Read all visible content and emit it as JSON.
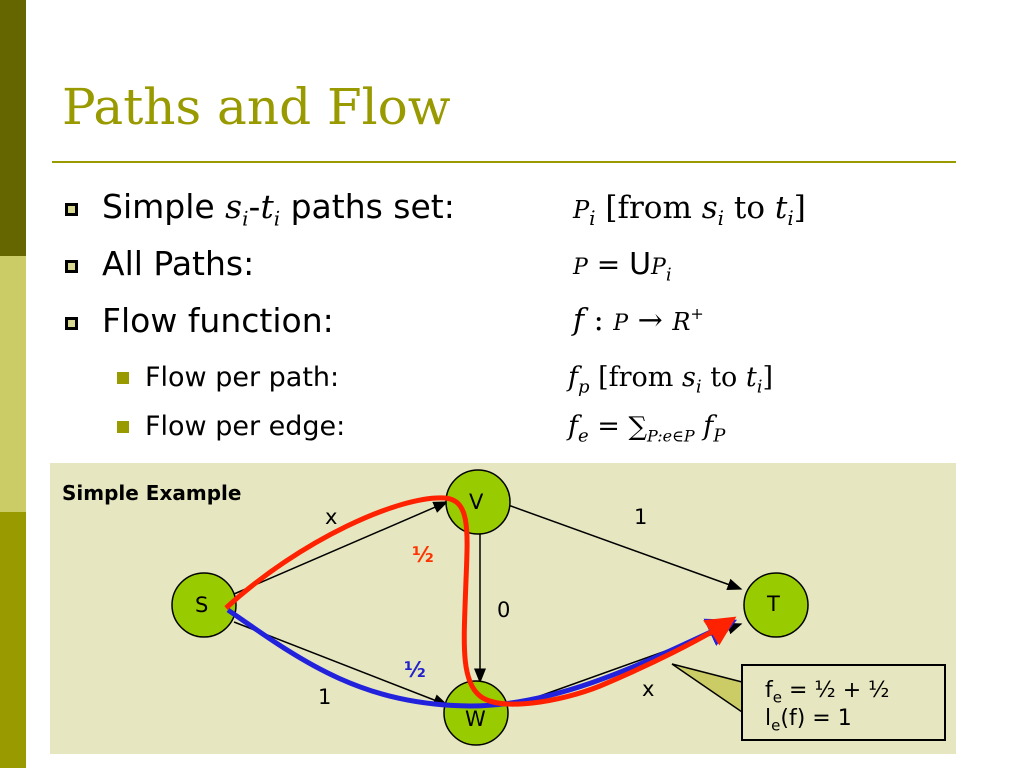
{
  "title": "Paths and Flow",
  "bullets": [
    {
      "label_a": "Simple ",
      "label_s": "s",
      "label_i1": "i",
      "label_dash": "-",
      "label_t": "t",
      "label_i2": "i",
      "label_b": " paths set:"
    },
    {
      "label": "All Paths:"
    },
    {
      "label": "Flow function:"
    }
  ],
  "sub_bullets": [
    {
      "label": "Flow per path:"
    },
    {
      "label": "Flow per edge:"
    }
  ],
  "math": {
    "pi_P": "P",
    "pi_i": "i",
    "pi_from": " [from ",
    "pi_s": "s",
    "pi_si": "i",
    "pi_to": " to ",
    "pi_t": "t",
    "pi_ti": "i",
    "pi_end": "]",
    "all_P": "P",
    "all_eq": " = ",
    "all_union": "U",
    "all_Pi": "P",
    "all_i": "i",
    "f_f": "f",
    "f_colon": " : ",
    "f_P": "P",
    "f_arrow": " → ",
    "f_R": "R",
    "f_plus": "+",
    "fp_f": "f",
    "fp_p": "p",
    "fp_from": " [from ",
    "fp_s": "s",
    "fp_si": "i",
    "fp_to": " to ",
    "fp_t": "t",
    "fp_ti": "i",
    "fp_end": "]",
    "fe_f": "f",
    "fe_e": "e",
    "fe_eq": " = ",
    "fe_sum": "∑",
    "fe_sub": "P:e∈P",
    "fe_fP": " f",
    "fe_P": "P"
  },
  "example": {
    "title": "Simple Example",
    "nodes": {
      "S": "S",
      "V": "V",
      "W": "W",
      "T": "T"
    },
    "edge_labels": {
      "sv": "x",
      "vt": "1",
      "vw": "0",
      "sw": "1",
      "wt": "x"
    },
    "flow_labels": {
      "red": "½",
      "blue": "½"
    },
    "callout": {
      "line1_f": "f",
      "line1_e": "e",
      "line1_rest": " = ½ + ½",
      "line2_l": "l",
      "line2_e": "e",
      "line2_rest": "(f) = 1"
    }
  },
  "colors": {
    "accent": "#999900",
    "dark_bar": "#666600",
    "light_bar": "#cccc66",
    "node": "#99cc00",
    "panel": "#e6e6c0",
    "red": "#ff2200",
    "blue": "#2222dd"
  }
}
